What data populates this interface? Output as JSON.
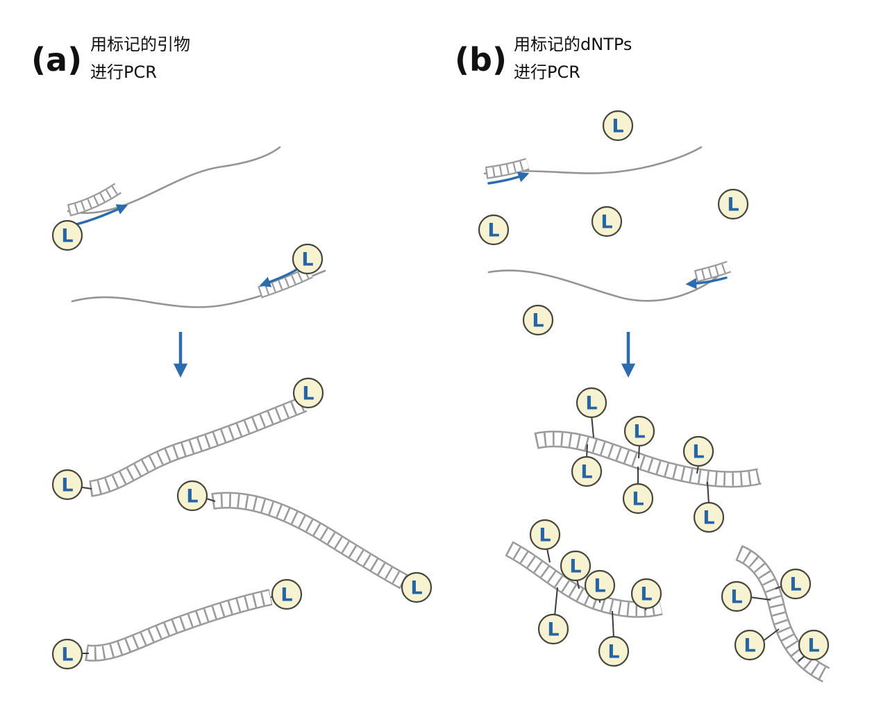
{
  "figure": {
    "label_letter": "L",
    "panels": [
      {
        "tag": "(a)",
        "caption_line1": "用标记的引物",
        "caption_line2": "进行PCR"
      },
      {
        "tag": "(b)",
        "caption_line1": "用标记的dNTPs",
        "caption_line2": "进行PCR"
      }
    ]
  },
  "colors": {
    "strand_gray": "#949494",
    "band_gray": "#9a9a9a",
    "arrow_blue": "#2b6cb0",
    "label_fill": "#f7f3d0",
    "label_stroke": "#45453c",
    "label_text": "#2465a8",
    "text_color": "#111111",
    "connector": "#3a3a3a",
    "background": "#ffffff"
  }
}
